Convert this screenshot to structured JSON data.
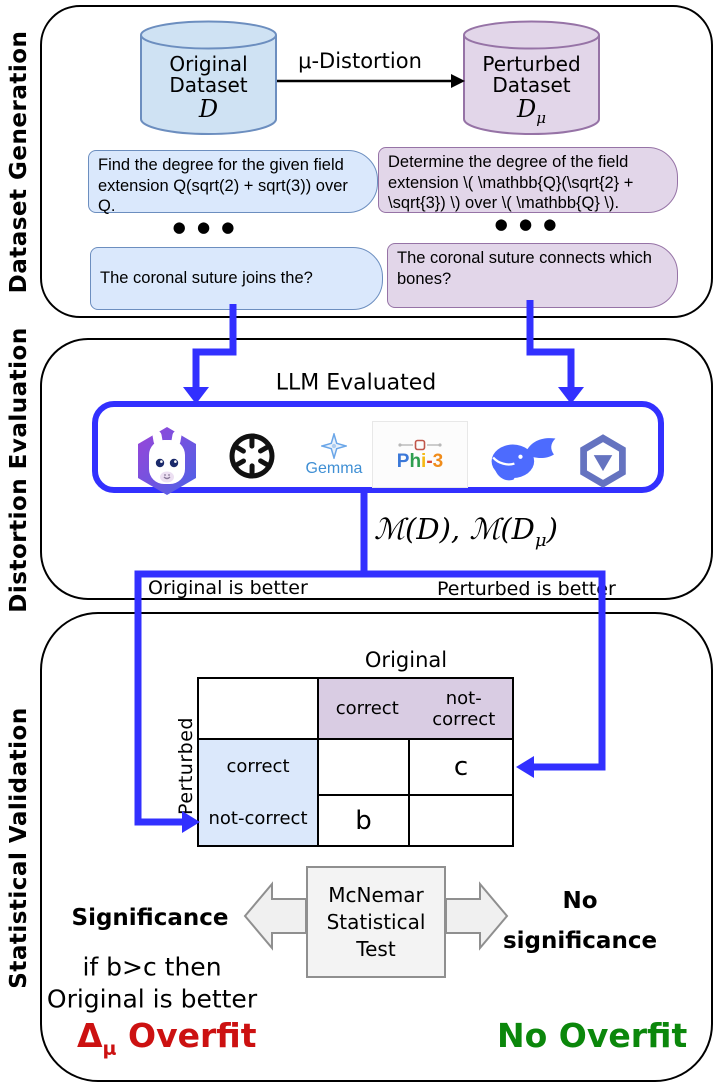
{
  "colors": {
    "connector_blue": "#3230ff",
    "cylinder_blue_fill": "#cfe2f3",
    "cylinder_blue_stroke": "#6c8ebf",
    "cylinder_purple_fill": "#e2d6e9",
    "cylinder_purple_stroke": "#9673a6",
    "bubble_blue_fill": "#dae8fc",
    "bubble_purple_fill": "#e2d6e9",
    "table_header_purple": "#d9cce3",
    "table_label_blue": "#dbe8fb",
    "overfit_red": "#cc1111",
    "no_overfit_green": "#0b870b"
  },
  "sections": {
    "generation_label": "Dataset Generation",
    "evaluation_label": "Distortion Evaluation",
    "validation_label": "Statistical Validation"
  },
  "generation": {
    "original_db_line1": "Original",
    "original_db_line2": "Dataset",
    "original_db_symbol": "D",
    "perturbed_db_line1": "Perturbed",
    "perturbed_db_line2": "Dataset",
    "perturbed_db_symbol": "D",
    "perturbed_db_symbol_sub": "μ",
    "distortion_label": "μ-Distortion",
    "q1_original": "Find the degree for the given field extension Q(sqrt(2) + sqrt(3)) over Q.",
    "q1_perturbed": "Determine the degree of the field extension \\( \\mathbb{Q}(\\sqrt{2} + \\sqrt{3}) \\) over \\( \\mathbb{Q} \\).",
    "ellipsis": "● ● ●",
    "q2_original": "The coronal suture joins the?",
    "q2_perturbed": "The coronal suture connects which bones?"
  },
  "evaluation": {
    "title": "LLM Evaluated",
    "models": [
      "ollama",
      "openai",
      "gemma",
      "phi-3",
      "deepseek",
      "qwen"
    ],
    "gemma_label": "Gemma",
    "phi_chars": [
      "P",
      "h",
      "i",
      "-",
      "3"
    ],
    "metric_part1": "ℳ(D), ",
    "metric_part2": "ℳ(D",
    "metric_sub": "μ",
    "metric_part3": ")",
    "branch_left": "Original is better",
    "branch_right": "Perturbed is better"
  },
  "validation": {
    "table_col_group": "Original",
    "table_row_group": "Perturbed",
    "col_header_1": "correct",
    "col_header_2": "not-correct",
    "row_header_1": "correct",
    "row_header_2": "not-correct",
    "cell_c": "c",
    "cell_b": "b",
    "mcnemar_line1": "McNemar",
    "mcnemar_line2": "Statistical",
    "mcnemar_line3": "Test",
    "outcome_left": "Significance",
    "outcome_right_line1": "No",
    "outcome_right_line2": "significance",
    "rule_line1": "if b>c then",
    "rule_line2": "Original is better",
    "overfit_delta": "Δ",
    "overfit_sub": "μ",
    "overfit_word": "Overfit",
    "no_overfit_label": "No Overfit"
  }
}
